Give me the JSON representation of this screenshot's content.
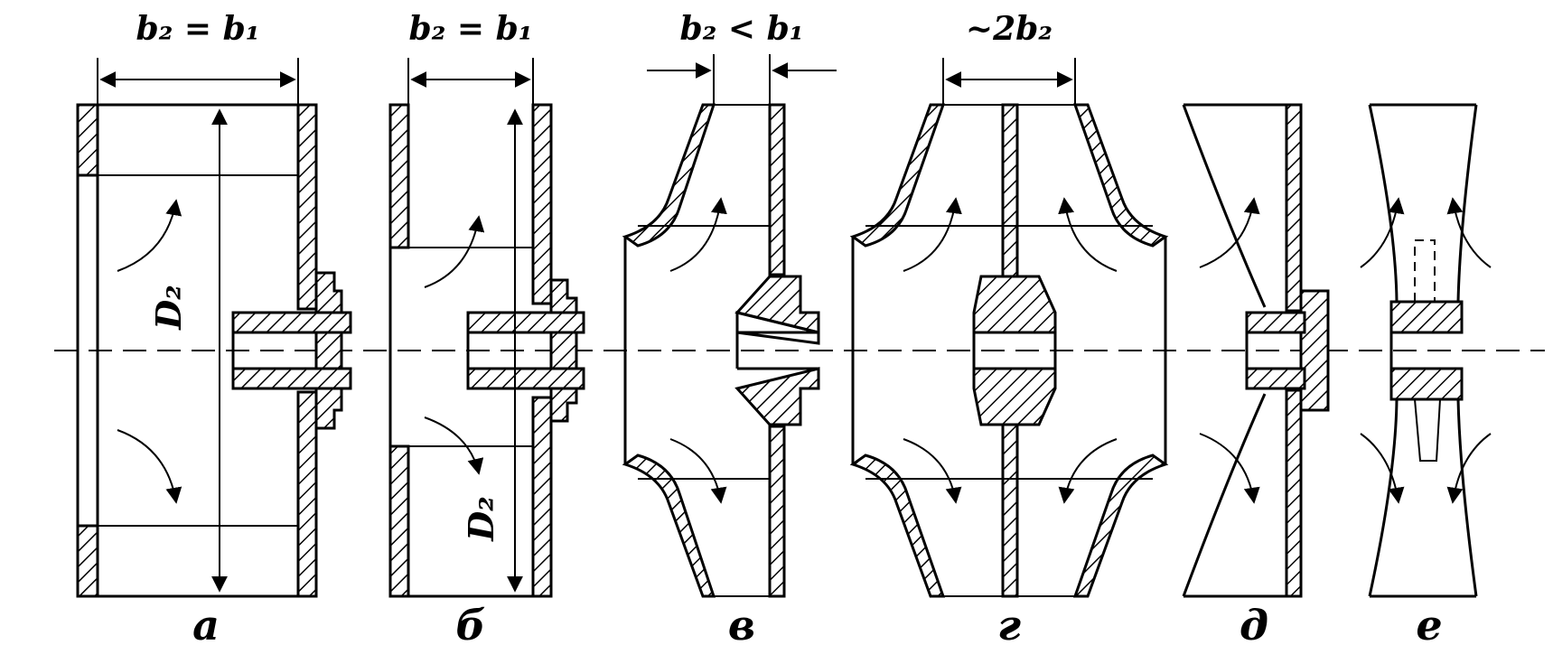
{
  "dimension_labels": {
    "a": "b₂ = b₁",
    "b": "b₂ = b₁",
    "v": "b₂ < b₁",
    "g": "~2b₂"
  },
  "diameter_label": "D₂",
  "captions": [
    "а",
    "б",
    "в",
    "г",
    "д",
    "е"
  ]
}
